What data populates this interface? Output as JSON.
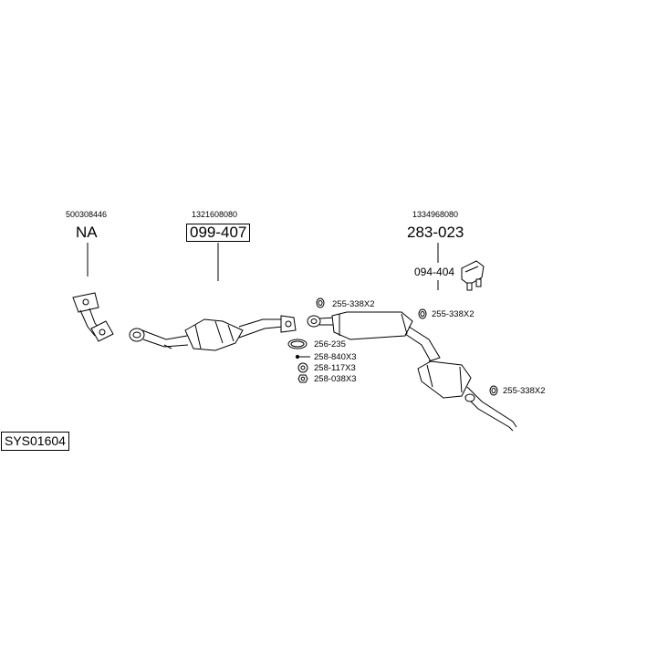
{
  "system_code": "SYS01604",
  "groups": [
    {
      "oe": "500308446",
      "part": "NA"
    },
    {
      "oe": "1321608080",
      "part": "099-407"
    },
    {
      "oe": "1334968080",
      "part": "283-023"
    }
  ],
  "bracket_part": "094-404",
  "accessories": [
    {
      "code": "255-338X2",
      "icon": "rubber-ring-icon"
    },
    {
      "code": "255-338X2",
      "icon": "rubber-ring-icon"
    },
    {
      "code": "255-338X2",
      "icon": "rubber-ring-icon"
    },
    {
      "code": "256-235",
      "icon": "gasket-ring-icon"
    },
    {
      "code": "258-840X3",
      "icon": "bolt-icon"
    },
    {
      "code": "258-117X3",
      "icon": "washer-icon"
    },
    {
      "code": "258-038X3",
      "icon": "nut-icon"
    }
  ]
}
